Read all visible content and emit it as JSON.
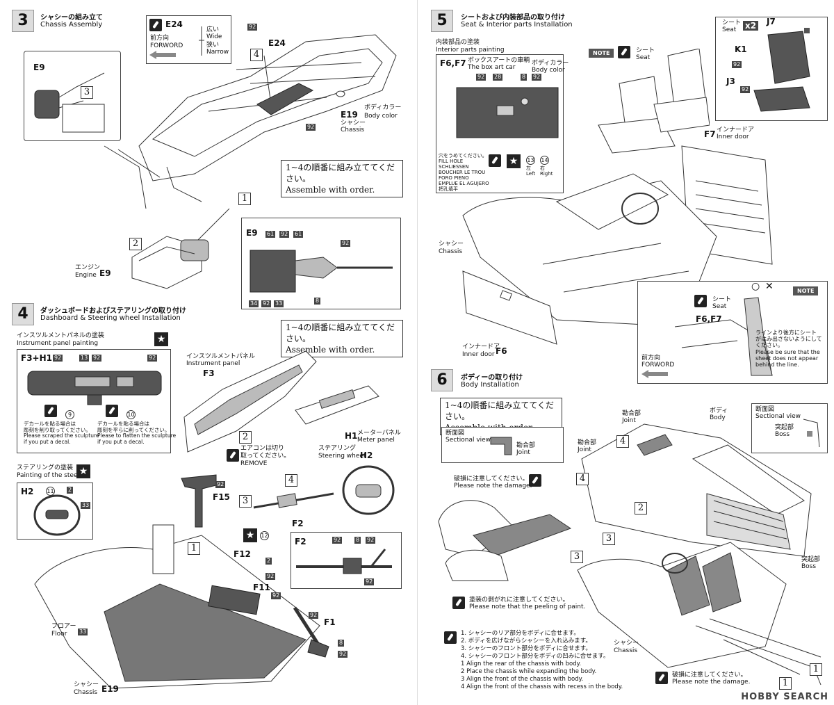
{
  "step3": {
    "number": "3",
    "title_jp": "シャシーの組み立て",
    "title_en": "Chassis Assembly",
    "direction_part": "E24",
    "direction_jp": "前方向",
    "direction_en": "FORWORD",
    "wide_jp": "広い",
    "wide_en": "Wide",
    "narrow_jp": "狭い",
    "narrow_en": "Narrow",
    "e24_label": "E24",
    "part_92": "92",
    "e9_label": "E9",
    "e19_label": "E19",
    "chassis_jp": "シャシー",
    "chassis_en": "Chassis",
    "body_color_jp": "ボディカラー",
    "body_color_en": "Body color",
    "order_jp": "1~4の順番に組み立ててください。",
    "order_en": "Assemble with order.",
    "engine_jp": "エンジン",
    "engine_en": "Engine",
    "engine_part": "E9",
    "detail_e9": "E9",
    "detail_nums": [
      "61",
      "92",
      "61",
      "92",
      "34",
      "92",
      "33",
      "8"
    ],
    "steps": [
      "1",
      "2",
      "3",
      "4"
    ]
  },
  "step4": {
    "number": "4",
    "title_jp": "ダッシュボードおよびステアリングの取り付け",
    "title_en": "Dashboard & Steering wheel Installation",
    "order_jp": "1~4の順番に組み立ててください。",
    "order_en": "Assemble with order.",
    "panel_paint_jp": "インスツルメントパネルの塗装",
    "panel_paint_en": "Instrument panel painting",
    "panel_parts": "F3+H1",
    "panel_nums": [
      "92",
      "13",
      "92",
      "92",
      "9",
      "10"
    ],
    "decal_left_jp1": "デカールを貼る場合は",
    "decal_left_jp2": "彫刻を削り取ってください。",
    "decal_left_en1": "Please scraped the sculpture",
    "decal_left_en2": "if you put a decal.",
    "decal_right_jp1": "デカールを貼る場合は",
    "decal_right_jp2": "彫刻を平らに削ってください。",
    "decal_right_en1": "Please to flatten the sculpture",
    "decal_right_en2": "if you put a decal.",
    "instrument_panel_jp": "インスツルメントパネル",
    "instrument_panel_en": "Instrument panel",
    "f3": "F3",
    "h1": "H1",
    "meter_panel_jp": "メーターパネル",
    "meter_panel_en": "Meter panel",
    "steering_jp": "ステアリング",
    "steering_en": "Steering wheel",
    "h2": "H2",
    "steering_paint_jp": "ステアリングの塗装",
    "steering_paint_en": "Painting of the steering",
    "steering_nums": [
      "11",
      "2",
      "33"
    ],
    "aircon_jp1": "エアコンは切り",
    "aircon_jp2": "取ってください。",
    "aircon_en": "REMOVE",
    "f15": "F15",
    "f2": "F2",
    "f2_detail": "F2",
    "f2_nums": [
      "92",
      "8",
      "92",
      "92"
    ],
    "f12": "F12",
    "f11": "F11",
    "f1": "F1",
    "floor_jp": "フロアー",
    "floor_en": "Floor",
    "floor_num": "33",
    "chassis_jp": "シャシー",
    "chassis_en": "Chassis",
    "e19": "E19",
    "misc_nums": [
      "92",
      "12",
      "2",
      "92",
      "92",
      "92",
      "8",
      "92"
    ]
  },
  "step5": {
    "number": "5",
    "title_jp": "シートおよび内装部品の取り付け",
    "title_en": "Seat & Interior parts Installation",
    "interior_paint_jp": "内装部品の塗装",
    "interior_paint_en": "Interior parts painting",
    "f6f7": "F6,F7",
    "box_art_jp": "ボックスアートの車輌",
    "box_art_en": "The box art car",
    "body_color_jp": "ボディカラー",
    "body_color_en": "Body color",
    "door_nums": [
      "92",
      "28",
      "8",
      "92",
      "13",
      "14"
    ],
    "left_jp": "左",
    "left_en": "Left",
    "right_jp": "右",
    "right_en": "Right",
    "fill_hole": [
      "穴をうめてください。",
      "FILL HOLE",
      "SCHLIESSEN",
      "BOUCHER LE TROU",
      "FORO PIENO",
      "EMPLUE EL AGUJERO",
      "把孔填平"
    ],
    "note": "NOTE",
    "seat_jp": "シート",
    "seat_en": "Seat",
    "seat_box_jp": "シート",
    "seat_box_en": "Seat",
    "x2": "x2",
    "j7": "J7",
    "k1": "K1",
    "j3": "J3",
    "seat_nums": [
      "92",
      "92",
      "92"
    ],
    "f7": "F7",
    "inner_door_jp": "インナードア",
    "inner_door_en": "Inner door",
    "chassis_jp": "シャシー",
    "chassis_en": "Chassis",
    "f6": "F6",
    "note2": "NOTE",
    "note_seat_jp": "シート",
    "note_seat_en": "Seat",
    "note_f6f7": "F6,F7",
    "note_forward_jp": "前方向",
    "note_forward_en": "FORWORD",
    "note_jp1": "ラインより後方にシート",
    "note_jp2": "がはみ出さないようにして",
    "note_jp3": "ください。",
    "note_en1": "Please be sure that the",
    "note_en2": "sheet does not appear",
    "note_en3": "behind the line."
  },
  "step6": {
    "number": "6",
    "title_jp": "ボディーの取り付け",
    "title_en": "Body Installation",
    "order_jp": "1~4の順番に組み立ててください。",
    "order_en": "Assemble with order.",
    "sectional_jp": "断面図",
    "sectional_en": "Sectional view",
    "joint_jp": "勘合部",
    "joint_en": "Joint",
    "body_jp": "ボディ",
    "body_en": "Body",
    "boss_jp": "突起部",
    "boss_en": "Boss",
    "damage_jp": "破損に注意してください。",
    "damage_en": "Please note the damage.",
    "peel_jp": "塗装の剥がれに注意してください。",
    "peel_en": "Please note that the peeling of paint.",
    "chassis_jp": "シャシー",
    "chassis_en": "Chassis",
    "instructions_jp": [
      "1. シャシーのリア部分をボディに合せます。",
      "2. ボディを広げながらシャシーを入れ込みます。",
      "3. シャシーのフロント部分をボディに合せます。",
      "4. シャシーのフロント部分をボディの凹みに合せます。"
    ],
    "instructions_en": [
      "1 Align the rear of the chassis with body.",
      "2 Place the chassis while expanding the body.",
      "3 Align the front of the chassis with body.",
      "4 Align the front of the chassis with recess in the body."
    ],
    "steps": [
      "1",
      "2",
      "3",
      "4"
    ]
  },
  "watermark": "HOBBY SEARCH"
}
